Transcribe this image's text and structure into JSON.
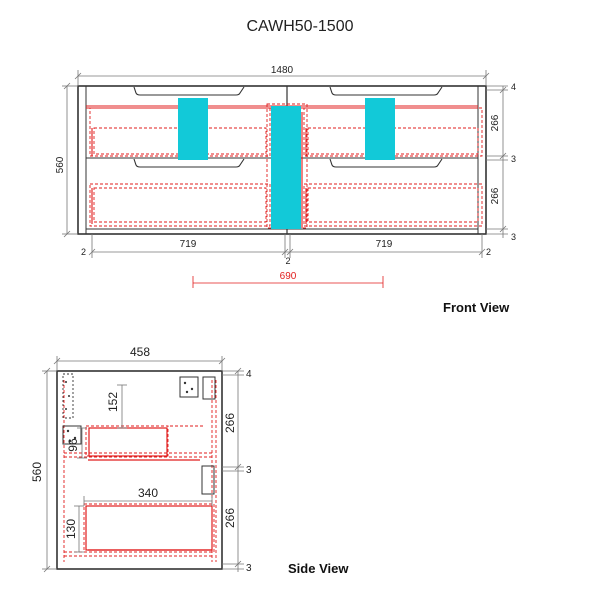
{
  "title": "CAWH50-1500",
  "front": {
    "label": "Front View",
    "width": "1480",
    "height": "560",
    "left_gap": "2",
    "right_gap": "2",
    "mid_gap": "2",
    "left_bay": "719",
    "right_bay": "719",
    "inner_span": "690",
    "top_gap": "4",
    "drawer_upper": "266",
    "drawer_lower": "266",
    "mid_rail": "3",
    "bottom_gap": "3"
  },
  "side": {
    "label": "Side View",
    "depth": "458",
    "height": "560",
    "upper_clearance": "152",
    "plumbing_height": "96",
    "lower_depth": "340",
    "lower_height": "130",
    "top_gap": "4",
    "drawer_upper": "266",
    "drawer_lower": "266",
    "mid_rail": "3",
    "bottom_gap": "3"
  },
  "colors": {
    "outline": "#333333",
    "cutout": "#e11d1d",
    "cyan": "#12c9d8",
    "dimension": "#666666"
  }
}
